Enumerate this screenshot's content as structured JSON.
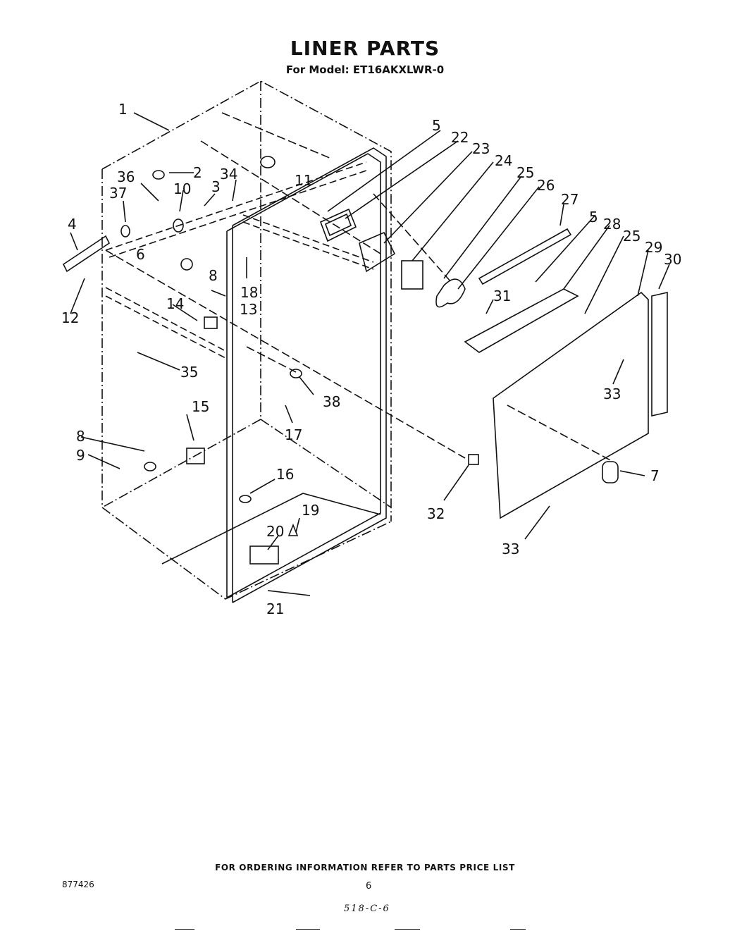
{
  "header": {
    "title": "LINER PARTS",
    "subtitle": "For Model: ET16AKXLWR-0"
  },
  "callouts": [
    "1",
    "2",
    "3",
    "4",
    "5",
    "5",
    "6",
    "7",
    "8",
    "8",
    "9",
    "10",
    "11",
    "12",
    "13",
    "14",
    "15",
    "16",
    "17",
    "18",
    "19",
    "20",
    "21",
    "22",
    "23",
    "24",
    "25",
    "25",
    "26",
    "27",
    "28",
    "29",
    "30",
    "31",
    "32",
    "33",
    "33",
    "34",
    "35",
    "36",
    "37",
    "38"
  ],
  "footer": {
    "ordering_note": "FOR ORDERING INFORMATION REFER TO PARTS PRICE LIST",
    "doc_number": "877426",
    "page_number": "6",
    "handwritten_note": "518-C-6"
  }
}
